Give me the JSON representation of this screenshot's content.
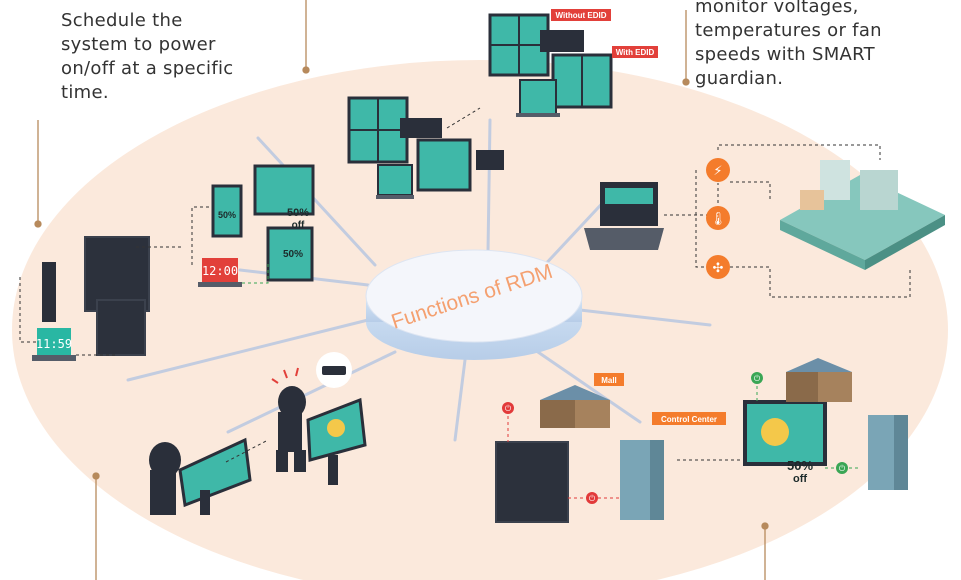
{
  "captions": {
    "schedule": "Schedule the system to power on/off at a specific time.",
    "monitor": "monitor voltages, temperatures or fan speeds with SMART guardian."
  },
  "hub": {
    "label": "Functions of RDM"
  },
  "tags": {
    "without_edid": "Without EDID",
    "with_edid": "With EDID",
    "mall": "Mall",
    "control_center": "Control Center"
  },
  "clock": {
    "time_a": "11:59",
    "time_b": "12:00"
  },
  "promo": {
    "percent": "50%",
    "off": "off"
  },
  "colors": {
    "ellipse": "#fbe9dc",
    "callout": "#b78a5c",
    "tag_red": "#e2403a",
    "tag_orange": "#f47c2c",
    "power_red": "#e23a3a",
    "power_green": "#3aa655",
    "screen_teal": "#3fb8a8",
    "hub_text": "#f4a070"
  },
  "icons": [
    "lightning-icon",
    "thermometer-icon",
    "fan-icon",
    "power-icon",
    "usb-stick-icon"
  ]
}
